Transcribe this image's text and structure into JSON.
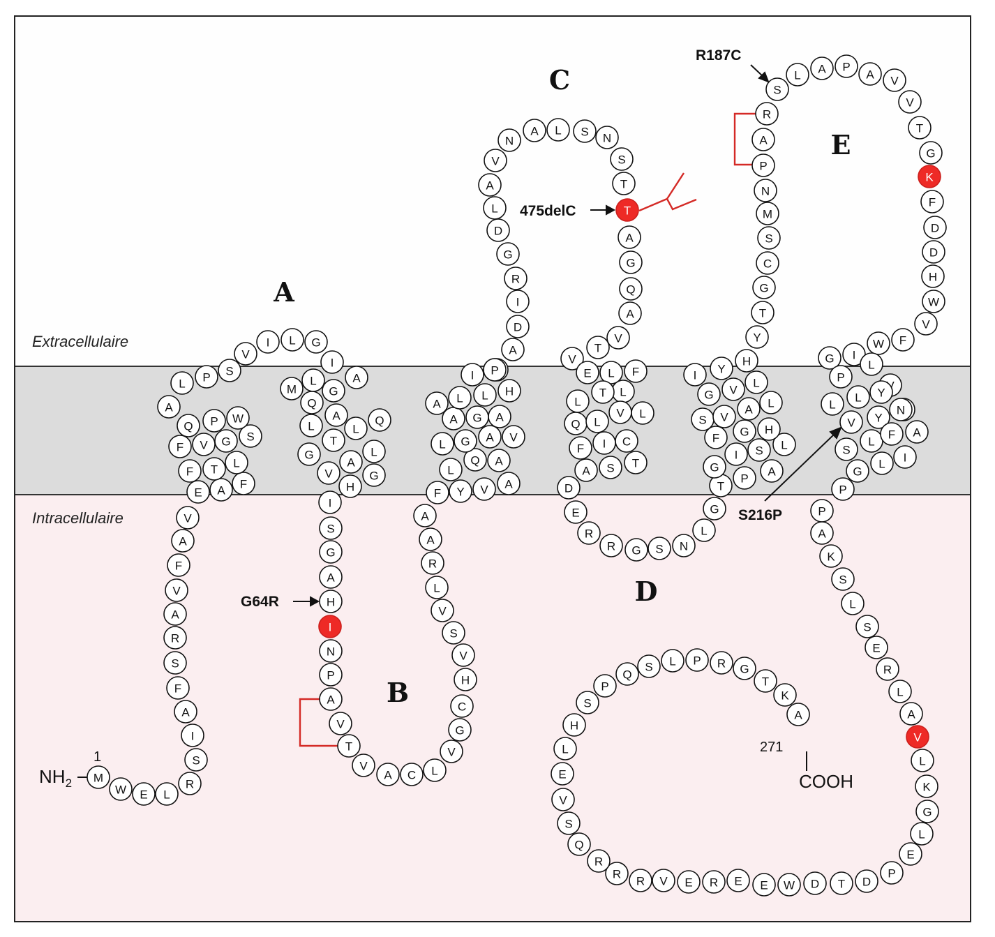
{
  "regions": {
    "extracellular": "Extracellulaire",
    "intracellular": "Intracellulaire"
  },
  "loop_labels": [
    "A",
    "B",
    "C",
    "D",
    "E"
  ],
  "termini": {
    "n_term_main": "NH",
    "n_term_sub": "2",
    "c_term": "COOH",
    "first_residue_number": "1",
    "last_residue_number": "271"
  },
  "mutations": [
    {
      "id": "G64R",
      "label": "G64R"
    },
    {
      "id": "475delC",
      "label": "475delC"
    },
    {
      "id": "R187C",
      "label": "R187C"
    },
    {
      "id": "S216P",
      "label": "S216P"
    }
  ],
  "colors": {
    "mutation": "#ee2a26",
    "glycosylation": "#d42a26",
    "membrane": "#dcdcdc",
    "intracellular": "#fbeef0"
  },
  "sequence": "MWELRSIAFSRAVFAVEAFLTFFVGSWPQALPSVILGIAQLAGLMQLTGVALGHISGAHINPAVTVACLVGCHVSVLRAAFYVAAQLLGAVAGAALLHEITPADIRGDLAVNALSNSTTAGQAVTVELFLTLQLVLCIFASTDERRGSNLGTPALSIGFSVALGHLVGIYHYTGCSMNPARSLAPAVVTGKFDDHWVFWIGPLVGAILGSLLYNYVLFPPAKSLSERLAVLKGLEPDTDWEEREVRRRQSVELHSPQSLPRGTKA"
}
